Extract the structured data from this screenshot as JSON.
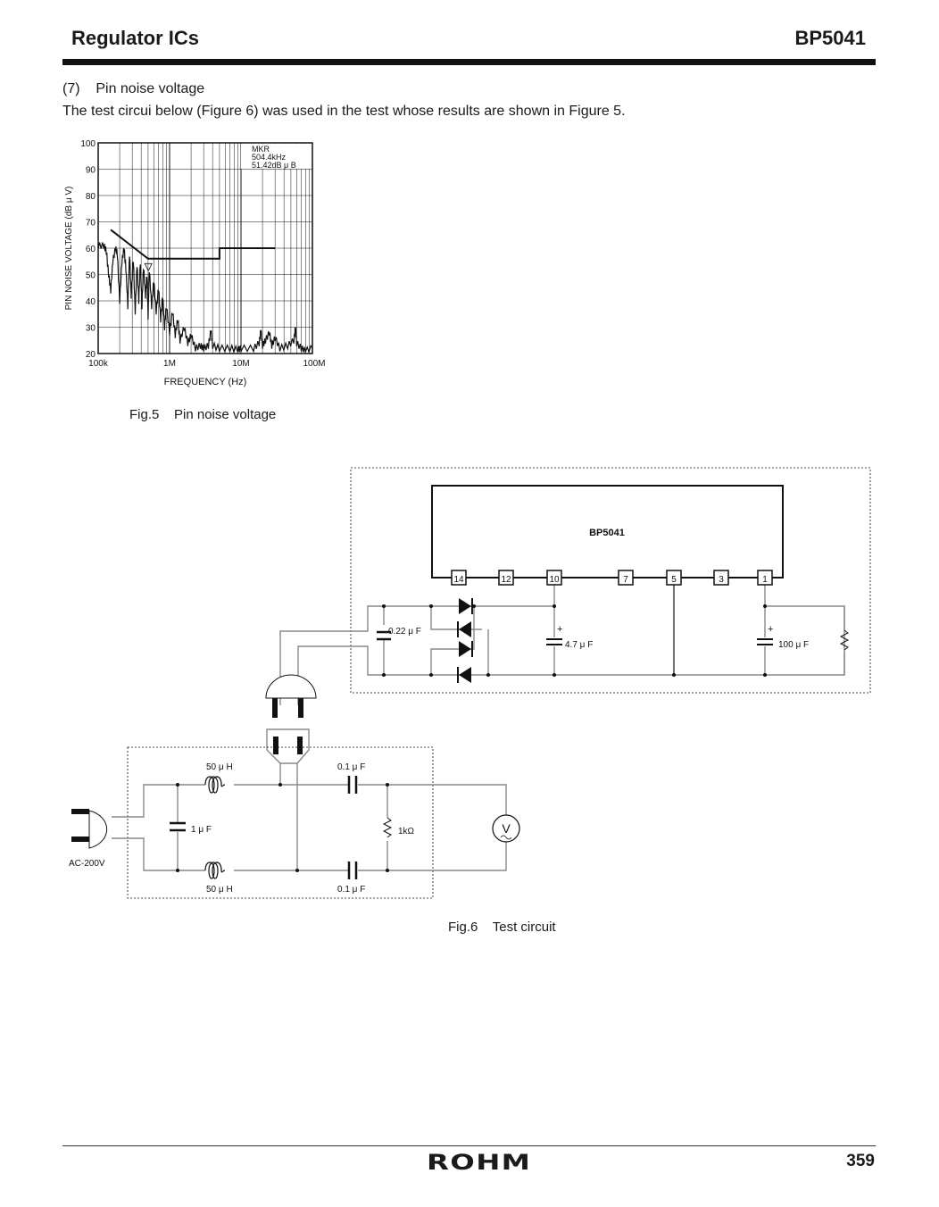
{
  "header": {
    "left_title": "Regulator ICs",
    "right_title": "BP5041"
  },
  "section": {
    "heading": "(7)    Pin noise voltage",
    "intro": "The test circui below (Figure 6) was used in the test whose results are shown in Figure 5."
  },
  "chart_data": {
    "type": "line",
    "title": "",
    "xlabel": "FREQUENCY  (Hz)",
    "ylabel": "PIN  NOISE  VOLTAGE  (dB μ V)",
    "xscale": "log",
    "xlim_hz": [
      100000,
      100000000
    ],
    "ylim": [
      20,
      100
    ],
    "x_ticks": [
      {
        "value": 100000,
        "label": "100k"
      },
      {
        "value": 1000000,
        "label": "1M"
      },
      {
        "value": 10000000,
        "label": "10M"
      },
      {
        "value": 100000000,
        "label": "100M"
      }
    ],
    "y_ticks": [
      20,
      30,
      40,
      50,
      60,
      70,
      80,
      90,
      100
    ],
    "grid": true,
    "marker": {
      "lines": [
        "MKR",
        "504.4kHz",
        "51.42dB μ B"
      ],
      "freq_hz": 504400,
      "value": 51.42
    },
    "series": [
      {
        "name": "limit",
        "points_khz_db": [
          [
            150,
            67
          ],
          [
            500,
            56
          ],
          [
            5000,
            56
          ],
          [
            5000,
            60
          ],
          [
            30000,
            60
          ]
        ]
      },
      {
        "name": "noise",
        "points_khz_db": [
          [
            100,
            61
          ],
          [
            120,
            61
          ],
          [
            130,
            59
          ],
          [
            140,
            50
          ],
          [
            150,
            44
          ],
          [
            160,
            55
          ],
          [
            175,
            60
          ],
          [
            185,
            58
          ],
          [
            200,
            40
          ],
          [
            215,
            55
          ],
          [
            230,
            60
          ],
          [
            245,
            52
          ],
          [
            260,
            38
          ],
          [
            275,
            58
          ],
          [
            290,
            42
          ],
          [
            310,
            56
          ],
          [
            330,
            36
          ],
          [
            350,
            54
          ],
          [
            370,
            40
          ],
          [
            390,
            55
          ],
          [
            410,
            38
          ],
          [
            430,
            53
          ],
          [
            460,
            42
          ],
          [
            480,
            50
          ],
          [
            500,
            34
          ],
          [
            520,
            52
          ],
          [
            560,
            38
          ],
          [
            600,
            48
          ],
          [
            650,
            36
          ],
          [
            700,
            45
          ],
          [
            750,
            33
          ],
          [
            800,
            42
          ],
          [
            850,
            30
          ],
          [
            900,
            38
          ],
          [
            1000,
            28
          ],
          [
            1100,
            36
          ],
          [
            1200,
            27
          ],
          [
            1300,
            33
          ],
          [
            1400,
            25
          ],
          [
            1600,
            30
          ],
          [
            1800,
            24
          ],
          [
            2000,
            27
          ],
          [
            2300,
            22
          ],
          [
            2700,
            23
          ],
          [
            3000,
            22
          ],
          [
            3500,
            23
          ],
          [
            3800,
            29
          ],
          [
            4000,
            23
          ],
          [
            5000,
            22
          ],
          [
            7000,
            22
          ],
          [
            9000,
            21.5
          ],
          [
            10000,
            22
          ],
          [
            15000,
            22
          ],
          [
            18000,
            24
          ],
          [
            19000,
            29
          ],
          [
            20000,
            23
          ],
          [
            22000,
            25
          ],
          [
            25000,
            28
          ],
          [
            27000,
            23
          ],
          [
            30000,
            26
          ],
          [
            35000,
            22
          ],
          [
            45000,
            23
          ],
          [
            55000,
            25
          ],
          [
            58000,
            30
          ],
          [
            60000,
            24
          ],
          [
            70000,
            22
          ],
          [
            80000,
            21
          ],
          [
            100000,
            22
          ]
        ]
      }
    ]
  },
  "fig5_caption": "Fig.5    Pin noise voltage",
  "circuit": {
    "ic_label": "BP5041",
    "pins": [
      "14",
      "12",
      "10",
      "7",
      "5",
      "3",
      "1"
    ],
    "c1": "0.22 μ F",
    "c2": "4.7 μ F",
    "c3": "100 μ F",
    "plus": "+",
    "l_top": "50 μ H",
    "l_bot": "50 μ H",
    "c_top": "0.1 μ F",
    "c_bot": "0.1 μ F",
    "c_in": "1 μ F",
    "r": "1kΩ",
    "meter": "V",
    "source": "AC-200V"
  },
  "fig6_caption": "Fig.6    Test circuit",
  "footer": {
    "logo": "ROHM",
    "page": "359"
  }
}
